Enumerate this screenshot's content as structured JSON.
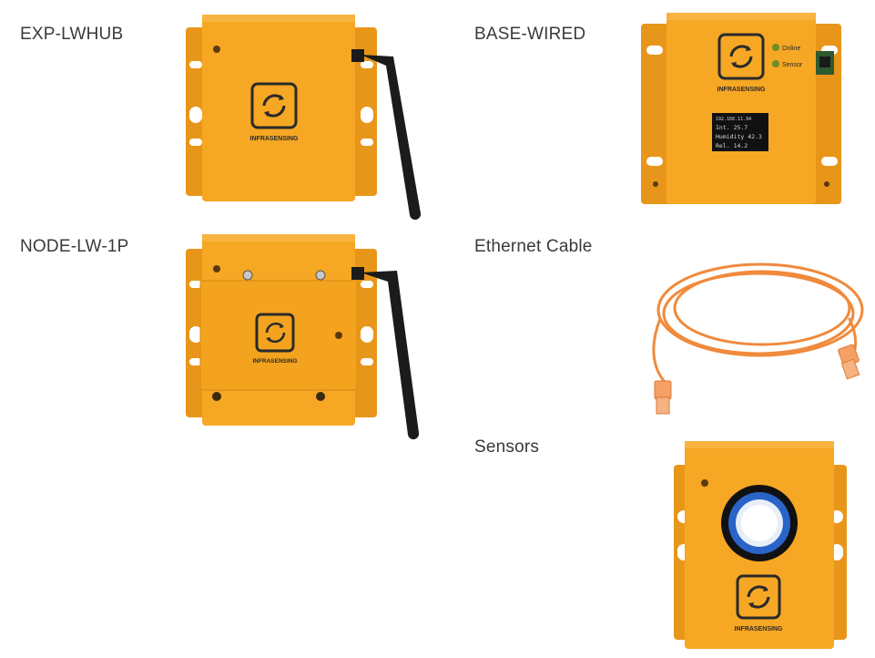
{
  "products": {
    "exp_lwhub": {
      "label": "EXP-LWHUB",
      "brand": "INFRASENSING"
    },
    "base_wired": {
      "label": "BASE-WIRED",
      "brand": "INFRASENSING",
      "led_online": "Online",
      "led_sensor": "Sensor",
      "lcd_lines": [
        "192.168.11.94",
        "Int.  25.7",
        "Humidity 42.3",
        "Rel.  14.2"
      ]
    },
    "node_lw_1p": {
      "label": "NODE-LW-1P",
      "brand": "INFRASENSING"
    },
    "ethernet_cable": {
      "label": "Ethernet Cable"
    },
    "sensors": {
      "label": "Sensors",
      "brand": "INFRASENSING"
    }
  },
  "colors": {
    "enclosure": "#f5a623",
    "enclosure_dark": "#e08e12",
    "antenna": "#1b1b1b",
    "cable": "#f08a3c",
    "logo": "#2a2a2a"
  }
}
